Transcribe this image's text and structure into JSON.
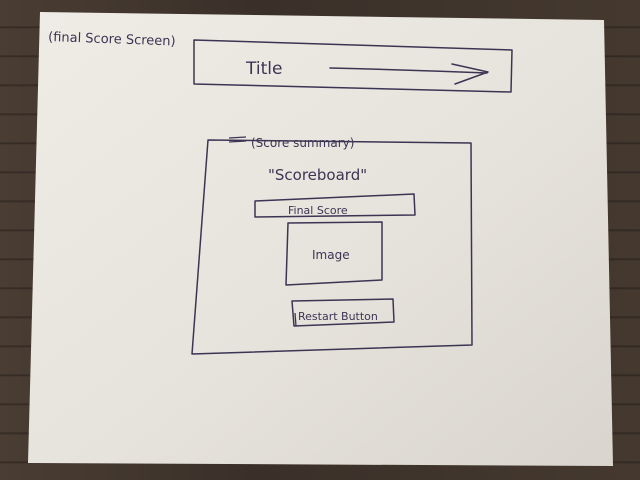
{
  "sketch": {
    "screen_label": "(final Score Screen)",
    "title_bar": {
      "label": "Title"
    },
    "panel": {
      "heading": "(Score summary)",
      "scoreboard_label": "\"Scoreboard\"",
      "final_score_label": "Final Score",
      "image_label": "Image",
      "restart_button_label": "Restart Button"
    }
  },
  "colors": {
    "ink": "#3b3554",
    "paper": "#e8e5df",
    "table": "#3d332b"
  }
}
